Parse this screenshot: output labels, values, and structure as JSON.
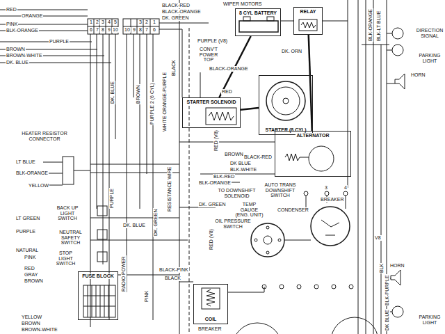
{
  "diagram": {
    "nodes": [
      {
        "text": [
          "8 CYL BATTERY"
        ]
      },
      {
        "text": [
          "RELAY"
        ]
      },
      {
        "text": [
          "STARTER SOLENOID"
        ]
      },
      {
        "text": [
          "STARTER (8 CYL)"
        ]
      },
      {
        "text": [
          "ALTERNATOR"
        ]
      },
      {
        "text": [
          "COIL"
        ]
      },
      {
        "text": [
          "FUSE BLOCK"
        ]
      }
    ],
    "edges": [
      {
        "from": 0,
        "to": 2,
        "arrow": "none"
      },
      {
        "from": 2,
        "to": 3,
        "arrow": "none"
      },
      {
        "from": 4,
        "to": 1,
        "arrow": "none"
      }
    ],
    "labels": [
      "RED",
      "ORANGE",
      "PINK",
      "BLK-ORANGE",
      "PURPLE",
      "BROWN",
      "BROWN-WHITE",
      "DK. BLUE",
      "1",
      "2",
      "3",
      "4",
      "5",
      "6",
      "7",
      "8",
      "9",
      "10",
      "3",
      "2",
      "1",
      "10",
      "9",
      "8",
      "7",
      "6",
      "BLACK-RED",
      "BLACK-ORANGE",
      "DK. GREEN",
      "WIPER MOTORS",
      "PURPLE (V8)",
      "CONV'T POWER TOP",
      "BLACK-ORANGE",
      "RED",
      "DK. ORN",
      "DIRECTION SIGNAL",
      "PARKING LIGHT",
      "HORN",
      "BLK-LT BLUE",
      "BLK-ORANGE",
      "RED (V8)",
      "BROWN",
      "BLACK-RED",
      "DK BLUE",
      "BLK-WHITE",
      "BLK-RED",
      "BLK-ORANGE",
      "TO DOWNSHIFT SOLENOID",
      "DK. GREEN",
      "AUTO TRANS DOWNSHIFT SWITCH",
      "TEMP GAUGE (ENG. UNIT)",
      "OIL PRESSURE SWITCH",
      "CONDENSER",
      "BREAKER",
      "V8",
      "HEATER RESISTOR CONNECTOR",
      "LT BLUE",
      "BLK-ORANGE",
      "YELLOW",
      "BACK UP LIGHT SWITCH",
      "LT GREEN",
      "PURPLE",
      "NEUTRAL SAFETY SWITCH",
      "NATURAL",
      "PINK",
      "STOP LIGHT SWITCH",
      "RED",
      "GRAY",
      "BROWN",
      "RADIO POWER",
      "YELLOW",
      "BROWN",
      "BROWN-WHITE",
      "PURPLE",
      "DK. BLUE",
      "DK. GREEN",
      "BLACK-PINK",
      "BLACK",
      "PINK",
      "BREAKER",
      "BLK",
      "HORN",
      "BLK-PURPLE",
      "DK BLUE",
      "PARKING LIGHT",
      "DK. BLUE",
      "BROWN",
      "PURPLE 2 (6 CYL)",
      "WHITE ORANGE-PURPLE",
      "BLACK",
      "RESISTANCE WIRE",
      "RED (V8)",
      "3",
      "4"
    ]
  }
}
